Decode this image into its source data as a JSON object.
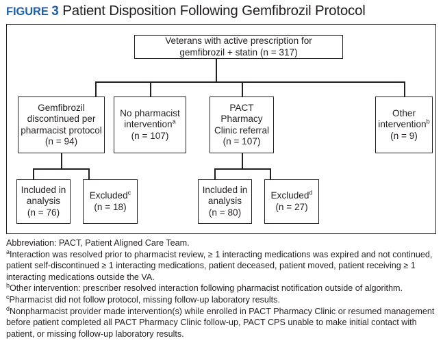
{
  "title": {
    "label": "FIGURE",
    "number": "3",
    "text": "Patient Disposition Following Gemfibrozil Protocol",
    "accent_color": "#1f5fa9",
    "text_color": "#231f20"
  },
  "diagram": {
    "type": "flowchart",
    "border_color": "#231f20",
    "background": "#ffffff",
    "nodes": [
      {
        "id": "root",
        "row": 1,
        "lines": [
          "Veterans with active prescription for",
          "gemfibrozil + statin (n = 317)"
        ],
        "n": 317
      },
      {
        "id": "gemfibrozil-discontinued",
        "row": 2,
        "lines": [
          "Gemfibrozil",
          "discontinued per",
          "pharmacist protocol",
          "(n = 94)"
        ],
        "n": 94
      },
      {
        "id": "no-pharmacist-intervention",
        "row": 2,
        "lines": [
          "No pharmacist",
          "intervention",
          "(n = 107)"
        ],
        "superscript": "a",
        "n": 107
      },
      {
        "id": "pact-pharmacy-clinic-referral",
        "row": 2,
        "lines": [
          "PACT",
          "Pharmacy",
          "Clinic referral",
          "(n = 107)"
        ],
        "n": 107
      },
      {
        "id": "other-intervention",
        "row": 2,
        "lines": [
          "Other",
          "intervention",
          "(n = 9)"
        ],
        "superscript": "b",
        "n": 9
      },
      {
        "id": "included-left",
        "row": 3,
        "lines": [
          "Included in",
          "analysis",
          "(n = 76)"
        ],
        "n": 76
      },
      {
        "id": "excluded-left",
        "row": 3,
        "lines": [
          "Excluded",
          "(n = 18)"
        ],
        "superscript": "c",
        "n": 18
      },
      {
        "id": "included-right",
        "row": 3,
        "lines": [
          "Included in",
          "analysis",
          "(n = 80)"
        ],
        "n": 80
      },
      {
        "id": "excluded-right",
        "row": 3,
        "lines": [
          "Excluded",
          "(n = 27)"
        ],
        "superscript": "d",
        "n": 27
      }
    ],
    "node_text": {
      "root_l1": "Veterans with active prescription for",
      "root_l2": "gemfibrozil + statin (n = 317)",
      "gem_l1": "Gemfibrozil",
      "gem_l2": "discontinued per",
      "gem_l3": "pharmacist protocol",
      "gem_l4": "(n = 94)",
      "nopharm_l1": "No pharmacist",
      "nopharm_l2": "intervention",
      "nopharm_sup": "a",
      "nopharm_l3": "(n = 107)",
      "pact_l1": "PACT",
      "pact_l2": "Pharmacy",
      "pact_l3": "Clinic referral",
      "pact_l4": "(n = 107)",
      "other_l1": "Other",
      "other_l2": "intervention",
      "other_sup": "b",
      "other_l3": "(n = 9)",
      "incl_left_l1": "Included in",
      "incl_left_l2": "analysis",
      "incl_left_l3": "(n = 76)",
      "excl_left_l1": "Excluded",
      "excl_left_sup": "c",
      "excl_left_l2": "(n = 18)",
      "incl_right_l1": "Included in",
      "incl_right_l2": "analysis",
      "incl_right_l3": "(n = 80)",
      "excl_right_l1": "Excluded",
      "excl_right_sup": "d",
      "excl_right_l2": "(n = 27)"
    }
  },
  "footnotes": {
    "abbreviation": "Abbreviation: PACT, Patient Aligned Care Team.",
    "a_marker": "a",
    "a_text": "Interaction was resolved prior to pharmacist review, ≥ 1 interacting medications was expired and not continued, patient self-discontinued ≥ 1 interacting medications, patient deceased, patient moved, patient receiving ≥ 1 interacting medications outside the VA.",
    "b_marker": "b",
    "b_text": "Other intervention: prescriber resolved interaction following pharmacist notification outside of algorithm.",
    "c_marker": "c",
    "c_text": "Pharmacist did not follow protocol, missing follow-up laboratory results.",
    "d_marker": "d",
    "d_text": "Nonpharmacist provider made intervention(s) while enrolled in PACT Pharmacy Clinic or resumed management before patient completed all PACT Pharmacy Clinic follow-up, PACT CPS unable to make initial contact with patient, or missing follow-up laboratory results."
  }
}
